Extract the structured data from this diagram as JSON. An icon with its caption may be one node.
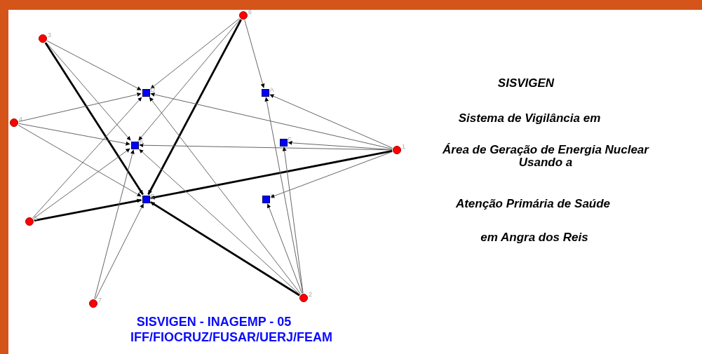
{
  "diagram": {
    "nodes": [
      {
        "text": [],
        "shape": "circle",
        "beside": [
          "1"
        ]
      },
      {
        "text": [],
        "shape": "circle",
        "beside": [
          "2"
        ]
      },
      {
        "text": [],
        "shape": "circle",
        "beside": [
          "3"
        ]
      },
      {
        "text": [],
        "shape": "circle",
        "beside": [
          "4"
        ]
      },
      {
        "text": [],
        "shape": "circle",
        "beside": [
          "5"
        ]
      },
      {
        "text": [],
        "shape": "circle",
        "beside": [
          "6"
        ]
      },
      {
        "text": [],
        "shape": "circle",
        "beside": [
          "7"
        ]
      },
      {
        "text": [],
        "shape": "box",
        "beside": [
          "A"
        ]
      },
      {
        "text": [],
        "shape": "box",
        "beside": [
          "B"
        ]
      },
      {
        "text": [],
        "shape": "box",
        "beside": [
          "C"
        ]
      },
      {
        "text": [],
        "shape": "box",
        "beside": [
          "D"
        ]
      },
      {
        "text": [],
        "shape": "box",
        "beside": [
          "E"
        ]
      },
      {
        "text": [],
        "shape": "box",
        "beside": [
          "F"
        ]
      }
    ],
    "edges": [
      {
        "from": 2,
        "to": 10,
        "arrow": "to"
      },
      {
        "from": 2,
        "to": 8,
        "arrow": "to"
      },
      {
        "from": 2,
        "to": 11,
        "arrow": "to",
        "style": "thick",
        "color": "#000000"
      },
      {
        "from": 3,
        "to": 10,
        "arrow": "to"
      },
      {
        "from": 3,
        "to": 8,
        "arrow": "to"
      },
      {
        "from": 3,
        "to": 11,
        "arrow": "to"
      },
      {
        "from": 4,
        "to": 10,
        "arrow": "to"
      },
      {
        "from": 4,
        "to": 8,
        "arrow": "to"
      },
      {
        "from": 4,
        "to": 11,
        "arrow": "to",
        "style": "thick",
        "color": "#000000"
      },
      {
        "from": 5,
        "to": 10,
        "arrow": "to"
      },
      {
        "from": 5,
        "to": 8,
        "arrow": "to"
      },
      {
        "from": 5,
        "to": 11,
        "arrow": "to",
        "style": "thick",
        "color": "#000000"
      },
      {
        "from": 5,
        "to": 7,
        "arrow": "to"
      },
      {
        "from": 6,
        "to": 8,
        "arrow": "to"
      },
      {
        "from": 6,
        "to": 11,
        "arrow": "to"
      },
      {
        "from": 0,
        "to": 7,
        "arrow": "to"
      },
      {
        "from": 0,
        "to": 10,
        "arrow": "to"
      },
      {
        "from": 0,
        "to": 8,
        "arrow": "to"
      },
      {
        "from": 0,
        "to": 12,
        "arrow": "to"
      },
      {
        "from": 0,
        "to": 11,
        "arrow": "to",
        "style": "thick",
        "color": "#000000"
      },
      {
        "from": 0,
        "to": 9,
        "arrow": "to"
      },
      {
        "from": 1,
        "to": 9,
        "arrow": "to"
      },
      {
        "from": 1,
        "to": 7,
        "arrow": "to"
      },
      {
        "from": 1,
        "to": 12,
        "arrow": "to"
      },
      {
        "from": 1,
        "to": 11,
        "arrow": "to",
        "style": "thick",
        "color": "#000000"
      },
      {
        "from": 1,
        "to": 10,
        "arrow": "to"
      },
      {
        "from": 1,
        "to": 8,
        "arrow": "to"
      }
    ],
    "labels": [
      "SISVIGEN",
      "Sistema de Vigilância em",
      "Área de Geração de Energia Nuclear Usando a",
      "Atenção Primária de Saúde",
      "em Angra dos Reis",
      "SISVIGEN - INAGEMP - 05",
      "IFF/FIOCRUZ/FUSAR/UERJ/FEAM"
    ]
  }
}
